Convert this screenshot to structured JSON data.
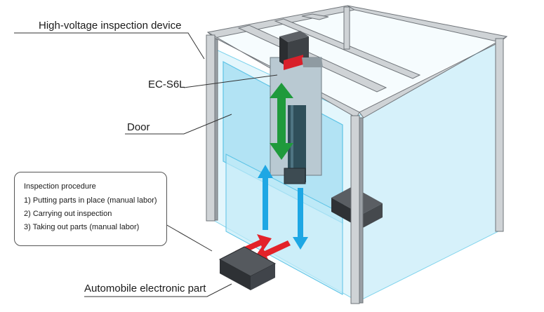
{
  "labels": {
    "device": "High-voltage inspection device",
    "actuator": "EC-S6L",
    "door": "Door",
    "part": "Automobile electronic part"
  },
  "procedure": {
    "title": "Inspection procedure",
    "steps": [
      "1) Putting parts in place (manual labor)",
      "2) Carrying out inspection",
      "3) Taking out parts (manual labor)"
    ]
  },
  "colors": {
    "frame": "#cfd3d6",
    "frame_dark": "#8c9196",
    "glass": "#cdeef8",
    "glass_edge": "#7fd3ec",
    "door": "#a9dff2",
    "arrow_green": "#1f9a3c",
    "arrow_blue": "#1ea7e4",
    "arrow_red": "#e32229",
    "part": "#3d4044",
    "actuator_red": "#d8202a"
  },
  "icons": [
    "double-arrow-vertical-icon",
    "arrow-up-icon",
    "arrow-down-icon",
    "arrow-right-icon",
    "arrow-left-icon"
  ]
}
